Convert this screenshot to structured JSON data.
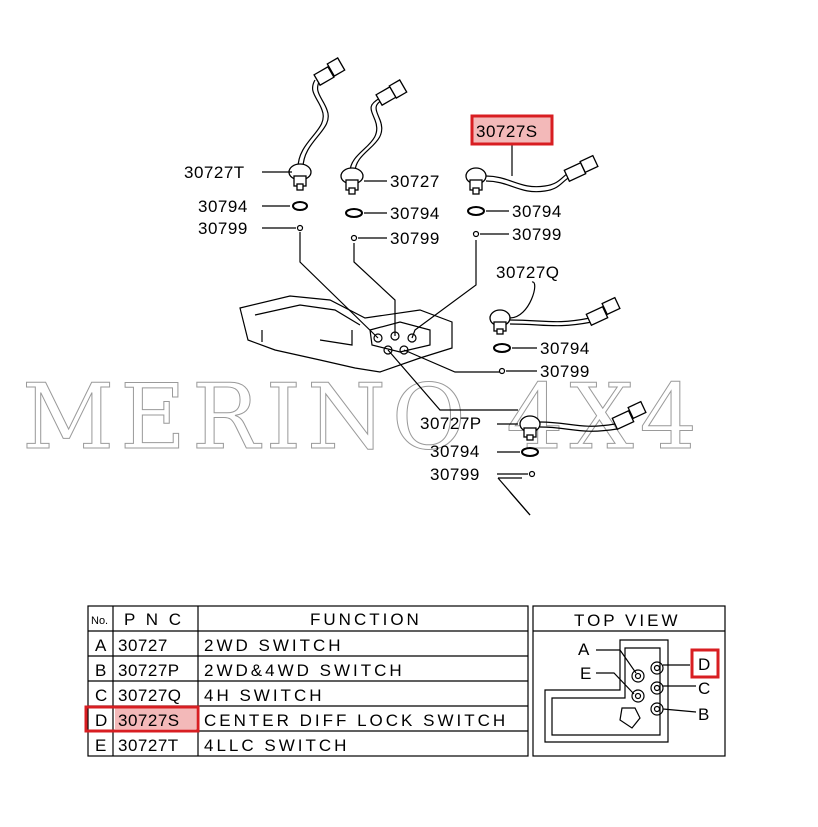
{
  "diagram": {
    "labels": {
      "p30727T": "30727T",
      "p30727": "30727",
      "p30727S": "30727S",
      "p30727Q": "30727Q",
      "p30727P": "30727P",
      "g30794_a": "30794",
      "g30794_b": "30794",
      "g30794_c": "30794",
      "g30794_d": "30794",
      "g30794_e": "30794",
      "b30799_a": "30799",
      "b30799_b": "30799",
      "b30799_c": "30799",
      "b30799_d": "30799",
      "b30799_e": "30799"
    },
    "watermark": "MERINO 4X4",
    "highlight_color": "#d81e22"
  },
  "table": {
    "headers": {
      "no": "No.",
      "pnc": "P N C",
      "function": "FUNCTION",
      "top_view": "TOP VIEW"
    },
    "rows": [
      {
        "no": "A",
        "pnc": "30727",
        "function": "2WD SWITCH"
      },
      {
        "no": "B",
        "pnc": "30727P",
        "function": "2WD&4WD SWITCH"
      },
      {
        "no": "C",
        "pnc": "30727Q",
        "function": "4H SWITCH"
      },
      {
        "no": "D",
        "pnc": "30727S",
        "function": "CENTER DIFF LOCK SWITCH"
      },
      {
        "no": "E",
        "pnc": "30727T",
        "function": "4LLC SWITCH"
      }
    ],
    "top_view_labels": {
      "a": "A",
      "e": "E",
      "d": "D",
      "c": "C",
      "b": "B"
    }
  }
}
